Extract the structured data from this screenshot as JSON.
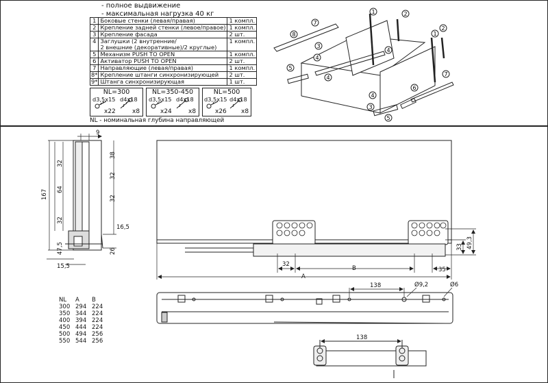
{
  "header": {
    "line1": "- полное выдвижение",
    "line2": "- максимальная нагрузка 40 кг"
  },
  "parts": [
    {
      "num": "1",
      "name": "Боковые стенки (левая/правая)",
      "qty": "1 компл."
    },
    {
      "num": "2",
      "name": "Крепление задней стенки (левое/правое)",
      "qty": "1 компл."
    },
    {
      "num": "3",
      "name": "Крепление фасада",
      "qty": "2 шт."
    },
    {
      "num": "4",
      "name": "Заглушки (2 внутренние/\n2 внешние (декоративные)/2 круглые)",
      "qty": "1 компл."
    },
    {
      "num": "5",
      "name": "Механизм PUSH TO OPEN",
      "qty": "1 компл."
    },
    {
      "num": "6",
      "name": "Активатор PUSH TO OPEN",
      "qty": "2 шт."
    },
    {
      "num": "7",
      "name": "Направляющие (левая/правая)",
      "qty": "1 компл."
    },
    {
      "num": "8*",
      "name": "Крепление штанги синхронизирующей",
      "qty": "2 шт."
    },
    {
      "num": "9*",
      "name": "Штанга синхронизирующая",
      "qty": "1 шт."
    }
  ],
  "screws": [
    {
      "title": "NL=300",
      "a": "d3,5x15",
      "b": "d4x18",
      "qa": "x22",
      "qb": "x8"
    },
    {
      "title": "NL=350-450",
      "a": "d3,5x15",
      "b": "d4x18",
      "qa": "x24",
      "qb": "x8"
    },
    {
      "title": "NL=500",
      "a": "d3,5x15",
      "b": "d4x18",
      "qa": "x26",
      "qb": "x8"
    }
  ],
  "note": "NL - номинальная глубина направляющей",
  "callouts": [
    "1",
    "2",
    "3",
    "4",
    "5",
    "6",
    "7",
    "8"
  ],
  "dimensions": {
    "side": {
      "top": "9",
      "h1": "38",
      "h2": "32",
      "h3": "32",
      "h4": "32",
      "total": "167",
      "mid": "64",
      "low": "32",
      "w": "16,5",
      "b1": "47,5",
      "b2": "26",
      "bw": "15,5"
    },
    "front": {
      "d32": "32",
      "dB": "B",
      "d35": "35",
      "dA": "A",
      "d33": "33",
      "d493": "49,3"
    },
    "bottom": {
      "d138": "138",
      "d92": "Ø9,2",
      "d6": "Ø6",
      "d138b": "138"
    }
  },
  "nl_table": {
    "headers": [
      "NL",
      "A",
      "B"
    ],
    "rows": [
      [
        "300",
        "294",
        "224"
      ],
      [
        "350",
        "344",
        "224"
      ],
      [
        "400",
        "394",
        "224"
      ],
      [
        "450",
        "444",
        "224"
      ],
      [
        "500",
        "494",
        "256"
      ],
      [
        "550",
        "544",
        "256"
      ]
    ]
  }
}
